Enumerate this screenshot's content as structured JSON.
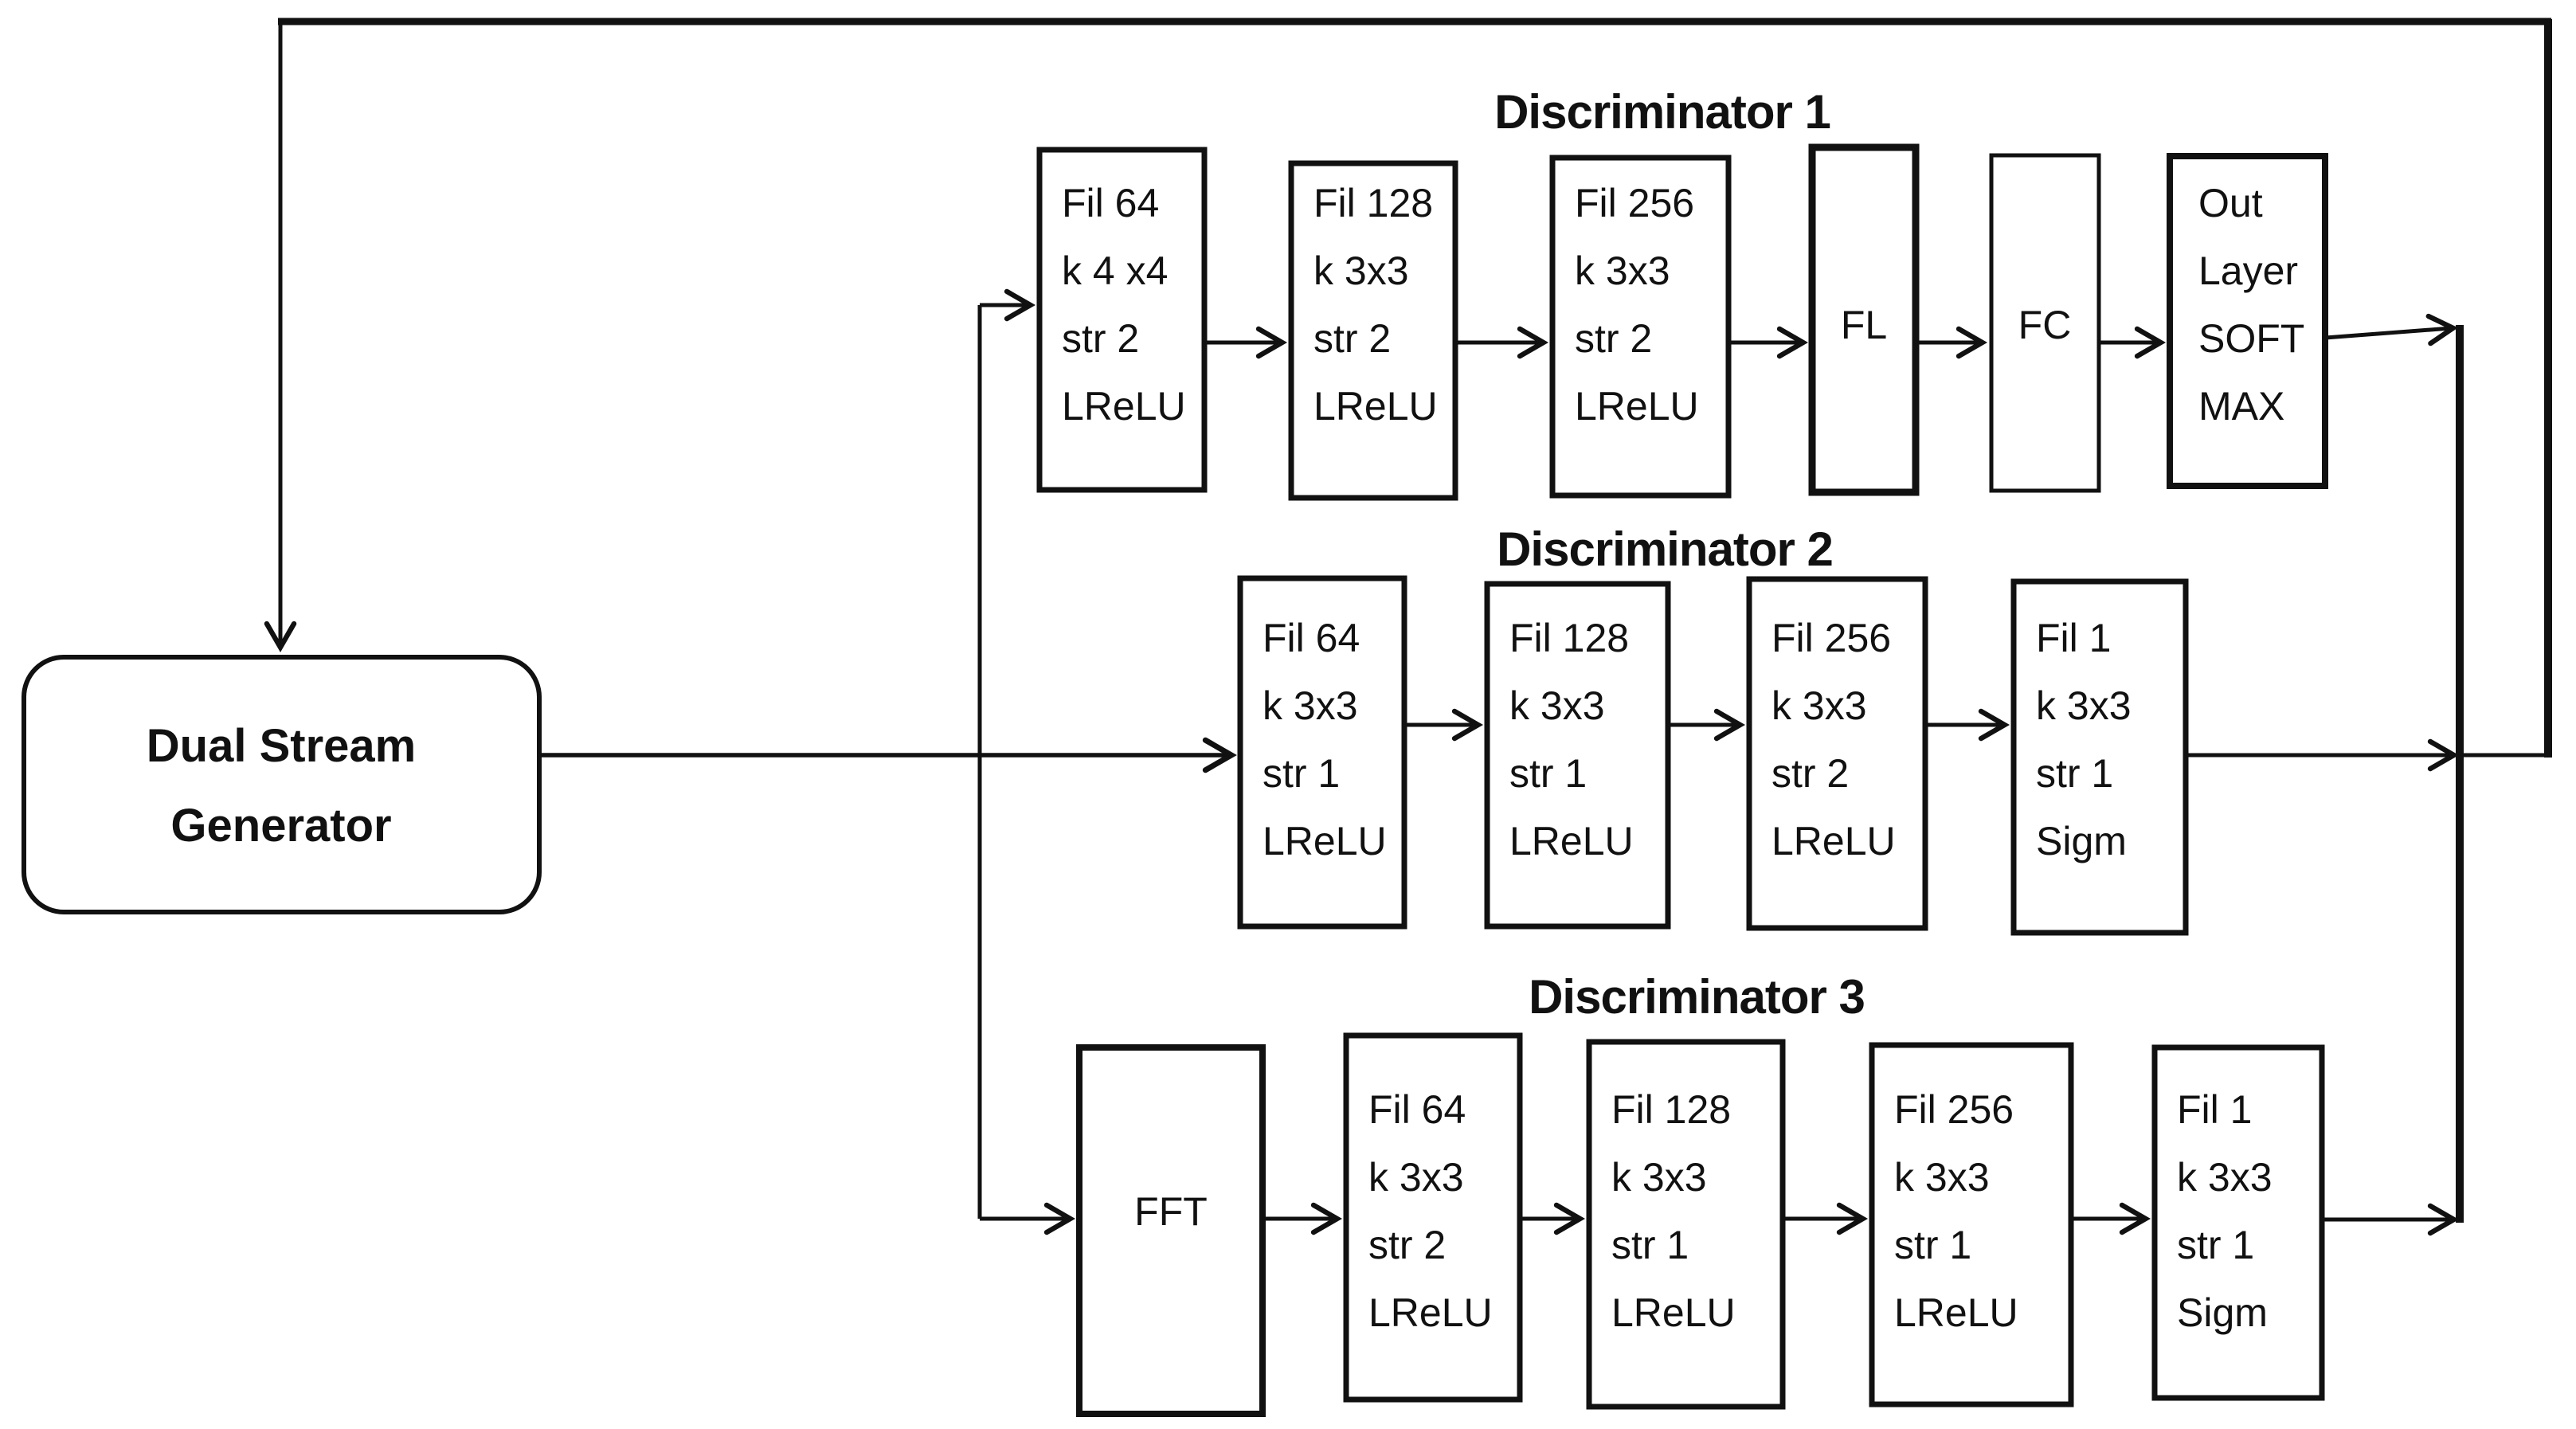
{
  "diagram": {
    "ink_color": "#111111",
    "background_color": "#ffffff",
    "generator": {
      "lines": [
        "Dual Stream",
        "Generator"
      ]
    },
    "discriminators": [
      {
        "title": "Discriminator 1",
        "boxes": [
          {
            "lines": [
              "Fil 64",
              "k 4 x4",
              "str 2",
              "LReLU"
            ]
          },
          {
            "lines": [
              "Fil 128",
              "k 3x3",
              "str 2",
              "LReLU"
            ]
          },
          {
            "lines": [
              "Fil 256",
              "k 3x3",
              "str 2",
              "LReLU"
            ]
          },
          {
            "lines": [
              "FL"
            ]
          },
          {
            "lines": [
              "FC"
            ]
          },
          {
            "lines": [
              "Out",
              "Layer",
              "SOFT",
              "MAX"
            ]
          }
        ]
      },
      {
        "title": "Discriminator 2",
        "boxes": [
          {
            "lines": [
              "Fil 64",
              "k 3x3",
              "str 1",
              "LReLU"
            ]
          },
          {
            "lines": [
              "Fil 128",
              "k 3x3",
              "str 1",
              "LReLU"
            ]
          },
          {
            "lines": [
              "Fil 256",
              "k 3x3",
              "str 2",
              "LReLU"
            ]
          },
          {
            "lines": [
              "Fil 1",
              "k 3x3",
              "str 1",
              "Sigm"
            ]
          }
        ]
      },
      {
        "title": "Discriminator 3",
        "boxes": [
          {
            "lines": [
              "FFT"
            ]
          },
          {
            "lines": [
              "Fil 64",
              "k 3x3",
              "str 2",
              "LReLU"
            ]
          },
          {
            "lines": [
              "Fil 128",
              "k 3x3",
              "str 1",
              "LReLU"
            ]
          },
          {
            "lines": [
              "Fil 256",
              "k 3x3",
              "str 1",
              "LReLU"
            ]
          },
          {
            "lines": [
              "Fil 1",
              "k 3x3",
              "str 1",
              "Sigm"
            ]
          }
        ]
      }
    ]
  }
}
